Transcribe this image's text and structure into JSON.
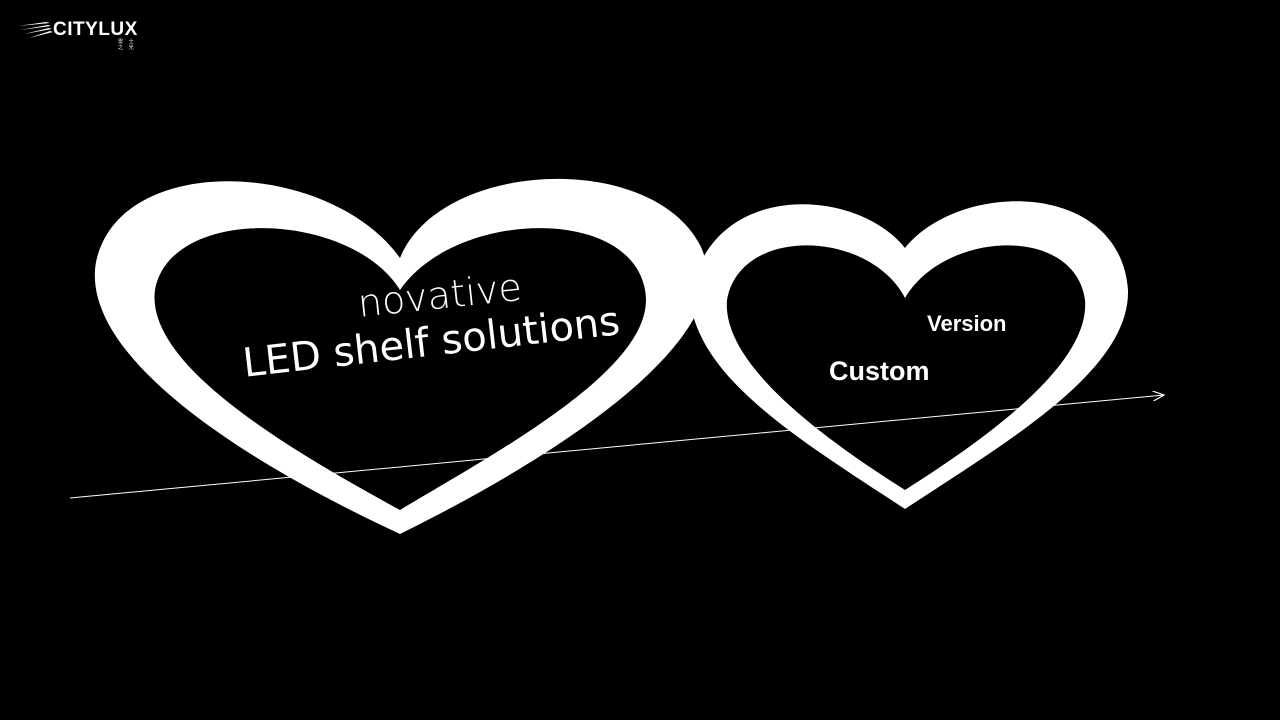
{
  "brand": {
    "name": "CITYLUX",
    "tagline": "雷 士 之 光",
    "logo_icon": "wing-lines-icon"
  },
  "slide": {
    "line1": "novative",
    "line2": "LED shelf solutions",
    "right_top": "Version",
    "right_bottom": "Custom"
  },
  "colors": {
    "background": "#000000",
    "foreground": "#ffffff"
  },
  "icons": {
    "hearts": "heart-outline-icon",
    "arrow": "arrow-right-icon"
  }
}
